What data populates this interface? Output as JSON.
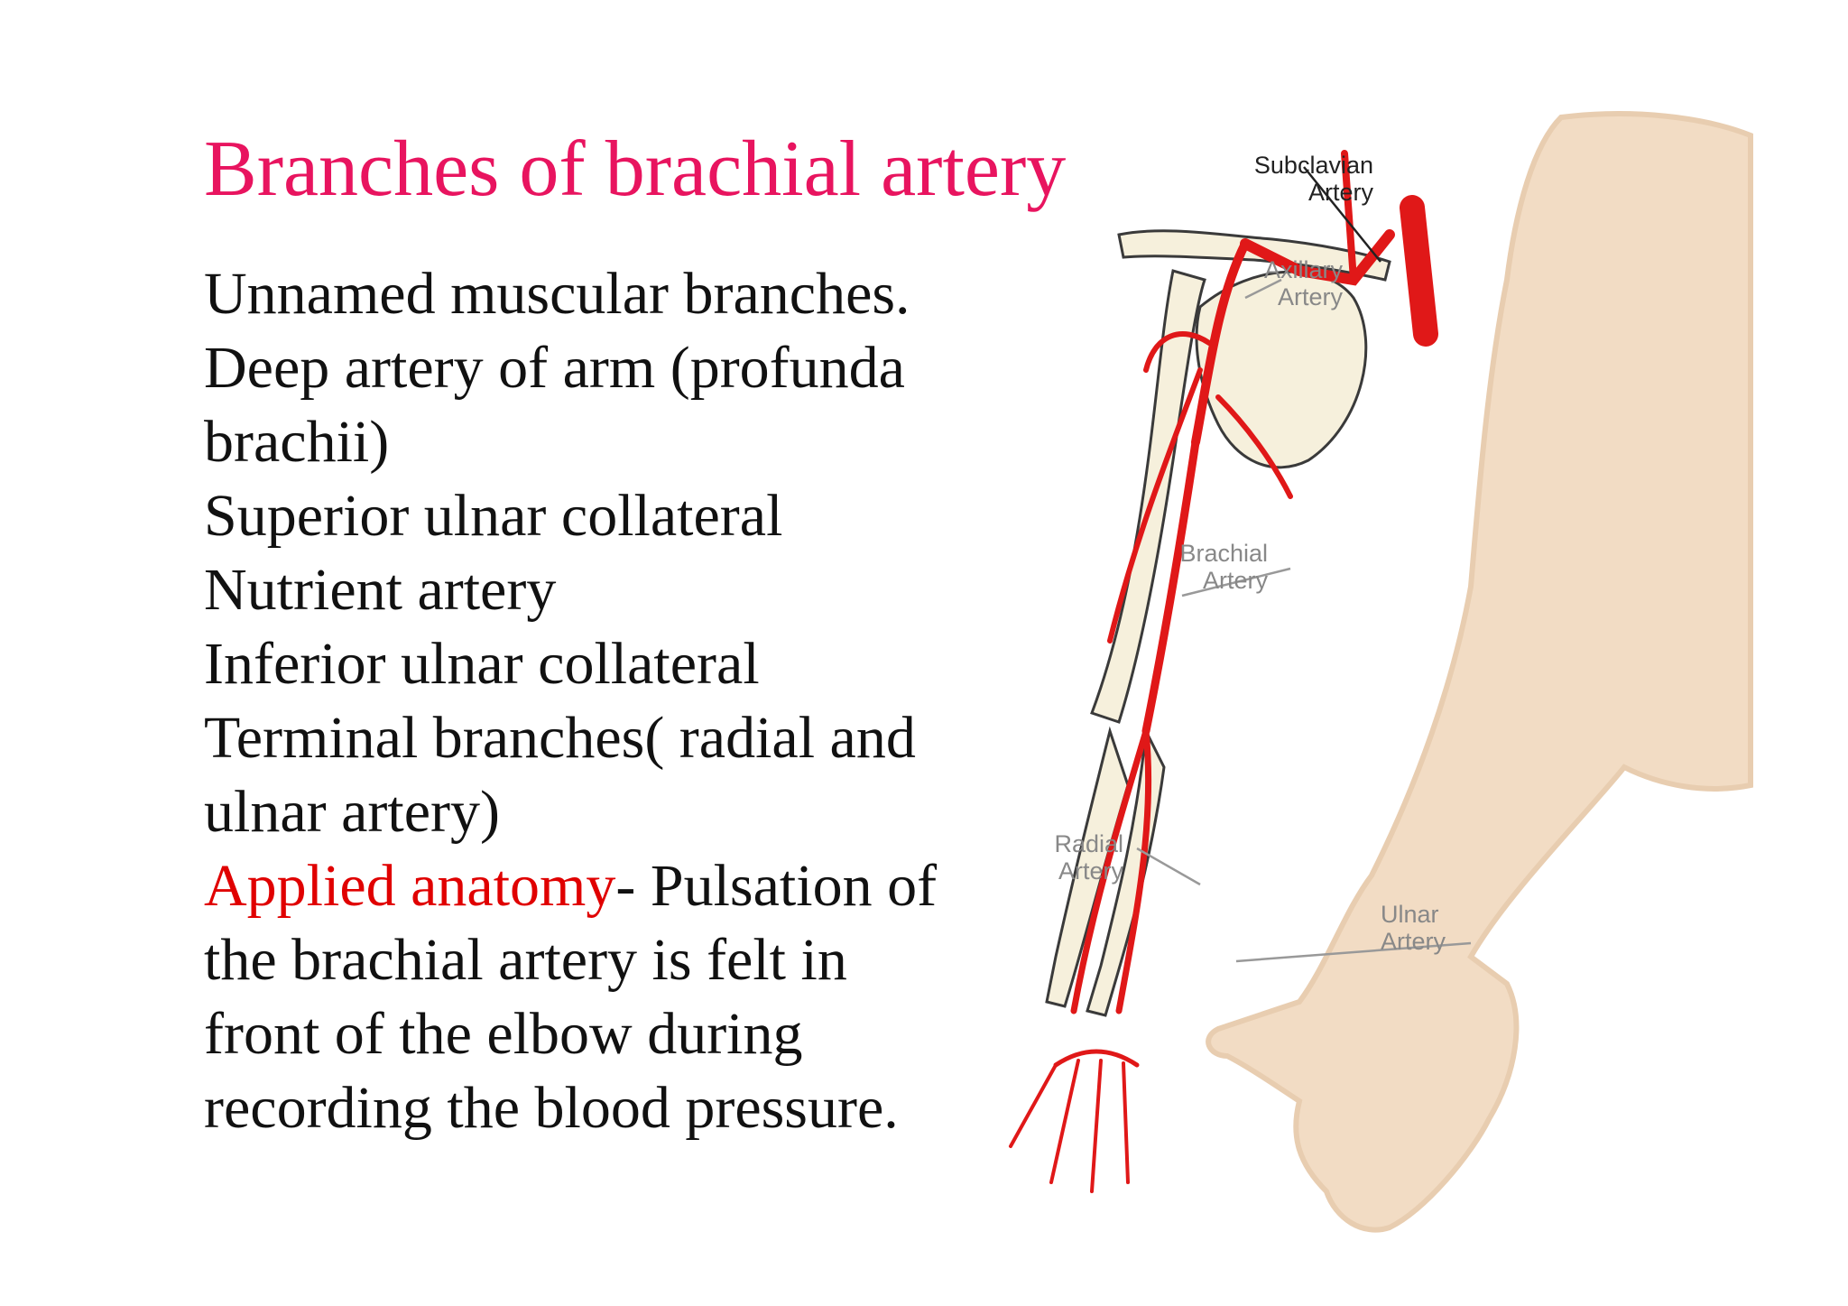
{
  "slide": {
    "title": "Branches of brachial artery",
    "lines": [
      "Unnamed muscular branches.",
      "Deep artery of arm (profunda",
      "brachii)",
      "Superior ulnar collateral",
      "Nutrient artery",
      "Inferior ulnar collateral",
      "Terminal branches( radial and",
      "ulnar artery)"
    ],
    "applied": {
      "heading": "Applied anatomy",
      "first_line": "- Pulsation of",
      "rest": [
        "the brachial artery is felt in",
        "front of the elbow during",
        "recording the blood pressure."
      ]
    }
  },
  "figure": {
    "labels": {
      "subclavian_1": "Subclavian",
      "subclavian_2": "Artery",
      "axillary_1": "Axillary",
      "axillary_2": "Artery",
      "brachial_1": "Brachial",
      "brachial_2": "Artery",
      "radial_1": "Radial",
      "radial_2": "Artery",
      "ulnar_1": "Ulnar",
      "ulnar_2": "Artery"
    },
    "colors": {
      "artery": "#e01818",
      "skin": "#f2dcc4",
      "bone": "#f6f0dc",
      "label_dark": "#222222",
      "label_gray": "#888888"
    }
  }
}
